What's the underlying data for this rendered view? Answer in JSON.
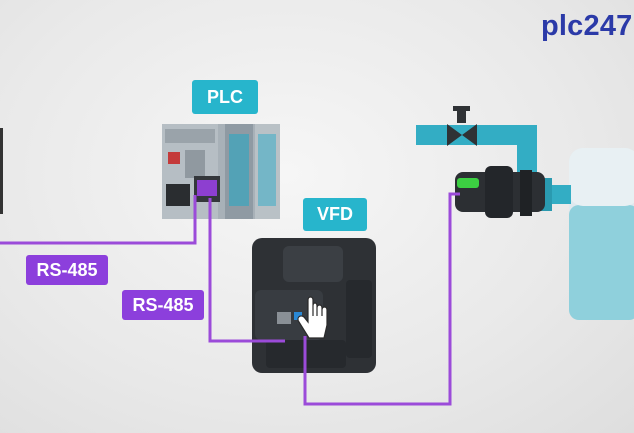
{
  "brand": {
    "text": "plc247"
  },
  "labels": {
    "plc": "PLC",
    "vfd": "VFD",
    "rs485_left": "RS-485",
    "rs485_right": "RS-485"
  },
  "colors": {
    "teal": "#27b5cc",
    "purple_cable": "#9b4bd9",
    "brand_blue": "#2b3aa8",
    "device_dark": "#2c2f33"
  },
  "icons": [
    "hand-pointer-icon",
    "valve-icon"
  ]
}
